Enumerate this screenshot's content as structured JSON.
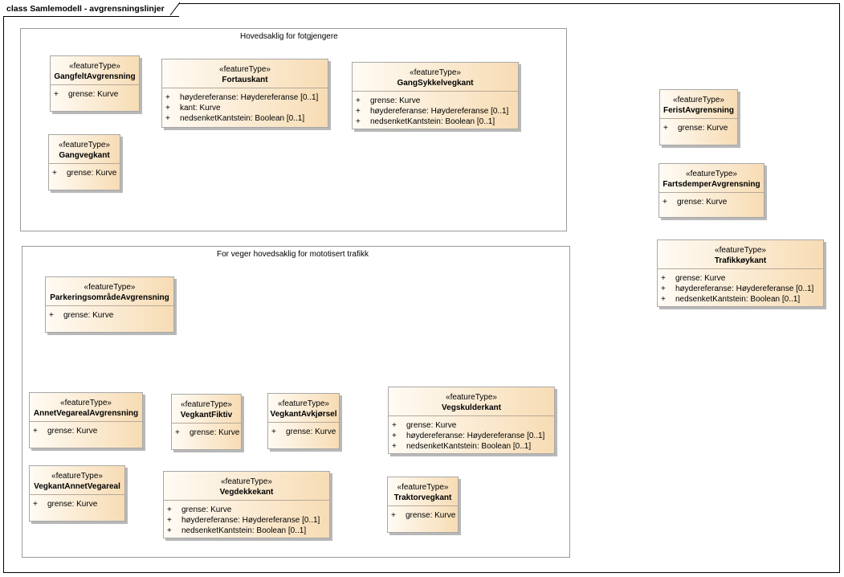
{
  "diagram": {
    "title": "class Samlemodell - avgrensningslinjer",
    "packages": [
      {
        "label": "Hovedsaklig for fotgjengere"
      },
      {
        "label": "For veger hovedsaklig for mototisert trafikk"
      }
    ],
    "classes": [
      {
        "stereotype": "«featureType»",
        "name": "GangfeltAvgrensning",
        "attributes": [
          {
            "vis": "+",
            "text": "grense: Kurve"
          }
        ]
      },
      {
        "stereotype": "«featureType»",
        "name": "Fortauskant",
        "attributes": [
          {
            "vis": "+",
            "text": "høydereferanse: Høydereferanse [0..1]"
          },
          {
            "vis": "+",
            "text": "kant: Kurve"
          },
          {
            "vis": "+",
            "text": "nedsenketKantstein: Boolean [0..1]"
          }
        ]
      },
      {
        "stereotype": "«featureType»",
        "name": "GangSykkelvegkant",
        "attributes": [
          {
            "vis": "+",
            "text": "grense: Kurve"
          },
          {
            "vis": "+",
            "text": "høydereferanse: Høydereferanse [0..1]"
          },
          {
            "vis": "+",
            "text": "nedsenketKantstein: Boolean [0..1]"
          }
        ]
      },
      {
        "stereotype": "«featureType»",
        "name": "Gangvegkant",
        "attributes": [
          {
            "vis": "+",
            "text": "grense: Kurve"
          }
        ]
      },
      {
        "stereotype": "«featureType»",
        "name": "FeristAvgrensning",
        "attributes": [
          {
            "vis": "+",
            "text": "grense: Kurve"
          }
        ]
      },
      {
        "stereotype": "«featureType»",
        "name": "FartsdemperAvgrensning",
        "attributes": [
          {
            "vis": "+",
            "text": "grense: Kurve"
          }
        ]
      },
      {
        "stereotype": "«featureType»",
        "name": "Trafikkøykant",
        "attributes": [
          {
            "vis": "+",
            "text": "grense: Kurve"
          },
          {
            "vis": "+",
            "text": "høydereferanse: Høydereferanse [0..1]"
          },
          {
            "vis": "+",
            "text": "nedsenketKantstein: Boolean [0..1]"
          }
        ]
      },
      {
        "stereotype": "«featureType»",
        "name": "ParkeringsområdeAvgrensning",
        "attributes": [
          {
            "vis": "+",
            "text": "grense: Kurve"
          }
        ]
      },
      {
        "stereotype": "«featureType»",
        "name": "AnnetVegarealAvgrensning",
        "attributes": [
          {
            "vis": "+",
            "text": "grense: Kurve"
          }
        ]
      },
      {
        "stereotype": "«featureType»",
        "name": "VegkantFiktiv",
        "attributes": [
          {
            "vis": "+",
            "text": "grense: Kurve"
          }
        ]
      },
      {
        "stereotype": "«featureType»",
        "name": "VegkantAvkjørsel",
        "attributes": [
          {
            "vis": "+",
            "text": "grense: Kurve"
          }
        ]
      },
      {
        "stereotype": "«featureType»",
        "name": "Vegskulderkant",
        "attributes": [
          {
            "vis": "+",
            "text": "grense: Kurve"
          },
          {
            "vis": "+",
            "text": "høydereferanse: Høydereferanse [0..1]"
          },
          {
            "vis": "+",
            "text": "nedsenketKantstein: Boolean [0..1]"
          }
        ]
      },
      {
        "stereotype": "«featureType»",
        "name": "VegkantAnnetVegareal",
        "attributes": [
          {
            "vis": "+",
            "text": "grense: Kurve"
          }
        ]
      },
      {
        "stereotype": "«featureType»",
        "name": "Vegdekkekant",
        "attributes": [
          {
            "vis": "+",
            "text": "grense: Kurve"
          },
          {
            "vis": "+",
            "text": "høydereferanse: Høydereferanse [0..1]"
          },
          {
            "vis": "+",
            "text": "nedsenketKantstein: Boolean [0..1]"
          }
        ]
      },
      {
        "stereotype": "«featureType»",
        "name": "Traktorvegkant",
        "attributes": [
          {
            "vis": "+",
            "text": "grense: Kurve"
          }
        ]
      }
    ]
  }
}
